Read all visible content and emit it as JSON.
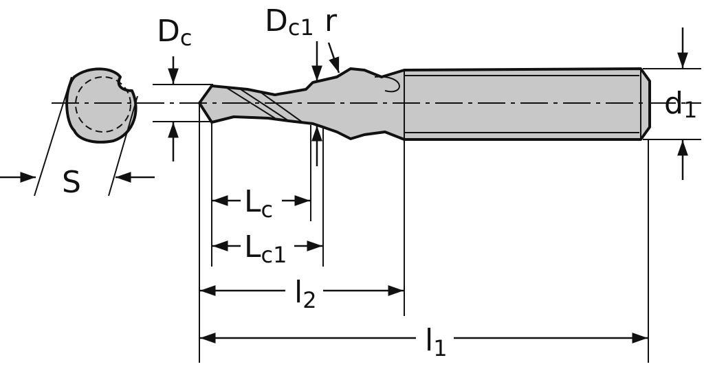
{
  "title": "Drill dimension drawing",
  "colors": {
    "fill": "#c8c8c8",
    "line": "#111111"
  },
  "labels": {
    "Dc": {
      "main": "D",
      "sub": "c"
    },
    "Dc1": {
      "main": "D",
      "sub": "c1"
    },
    "r": {
      "main": "r"
    },
    "d1": {
      "main": "d",
      "sub": "1"
    },
    "S": {
      "main": "S"
    },
    "Lc": {
      "main": "L",
      "sub": "c"
    },
    "Lc1": {
      "main": "L",
      "sub": "c1"
    },
    "l2": {
      "main": "l",
      "sub": "2"
    },
    "l1": {
      "main": "l",
      "sub": "1"
    }
  }
}
